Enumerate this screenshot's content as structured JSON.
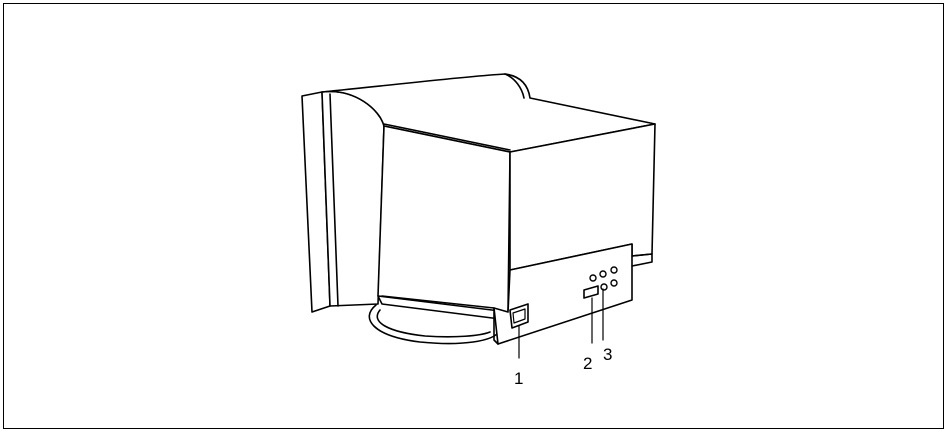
{
  "figure": {
    "callouts": [
      {
        "id": "1",
        "label": "1"
      },
      {
        "id": "2",
        "label": "2"
      },
      {
        "id": "3",
        "label": "3"
      }
    ]
  },
  "colors": {
    "line": "#000000",
    "background": "#ffffff"
  }
}
